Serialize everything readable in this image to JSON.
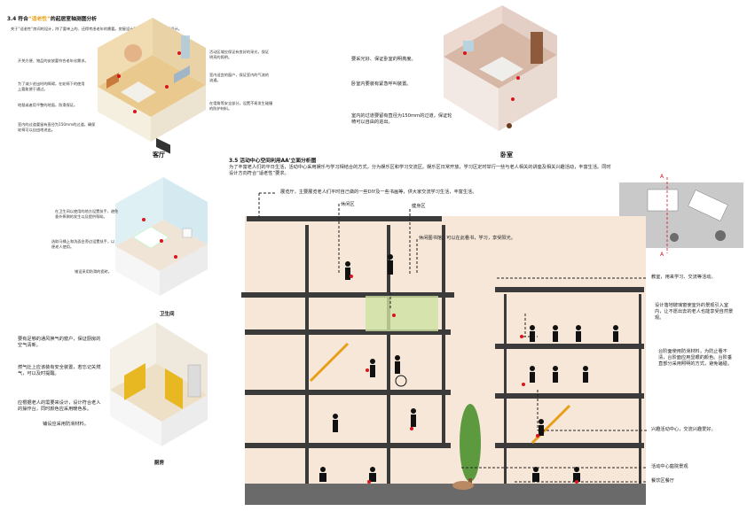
{
  "living": {
    "heading_prefix": "3.4 符合",
    "heading_highlight": "“适老性”",
    "heading_suffix": "的起居室轴测图分析",
    "intro": "关于“适老性”房间的设计，除了要单上的、还得考虑老年的需要。房屋设计要以老年的需求来进行设计。",
    "title": "客厅",
    "notes": [
      "开关方便、物品的安放要符合老年化需求。",
      "为了减少进出时的障碍，在轮椅下的使用上要能便于通过。",
      "地毯或者用平整的地面，防滑保证。",
      "室内的过道要留有直径为150mm的过道，确保轮椅可以自由地进出。",
      "活动区域应保证有良好的采光，保证明亮的照明。",
      "室内适宜的窗户，保证室内的气流的流通。",
      "在墙角等安全部分，设置不易发生碰撞的防护材料。"
    ]
  },
  "bedroom": {
    "title": "卧室",
    "notes": [
      "要采光好、保证卧室的明亮度。",
      "卧室内要装有紧急呼叫装置。",
      "室内的过道要留有直径为150mm的过道，保证轮椅可以自由的进出。"
    ]
  },
  "bathroom": {
    "title": "卫生间",
    "notes": [
      "在卫生间以使用的地方设置扶手，避免意外摔倒的发生以及提供帮助。",
      "选取马桶上和洗面台旁边设置扶手，以便老人使用。",
      "铺设采用防滑的瓷砖。"
    ]
  },
  "kitchen": {
    "title": "厨房",
    "notes": [
      "要有足够的通风换气的窗户，保证厨房的空气清新。",
      "燃气灶上应该装有安全装置，若忘记关燃气，可以及时提醒。",
      "应根据老人的需要来设计，设计符合老人的操作台，同时颜色应采用暖色系。",
      "铺设应采用防滑材料。"
    ]
  },
  "section": {
    "heading_prefix": "3.5 活动中心空间利用AA'立面分析图",
    "intro": "为了丰富老人们的平日生活，活动中心采用娱乐与学习相结合的方式，分为娱乐区和学习交流区。娱乐区日常开放，学习区定时举行一些与老人相关的讲座及相关兴趣活动，丰富生活。同时设计方向符合“适老性”要求。",
    "labels": {
      "exhibition": "展览厅，主要展览老人们平时自己做的一些DIY及一些书画等，供大家交流学习生活，丰富生活。",
      "rest": "休闲区",
      "fitness": "健身区",
      "library": "休闲图书馆，可以在此看书，学习，享受阳光。",
      "classroom": "教室，用来学习、交流等活动。",
      "design": "设计落地玻璃窗使室外的景观引入室内，让不愿出去的老人也能享受自然景观。",
      "steps": "台阶面使用防滑材料，为防止看不清，台阶面应用显眼的颜色。台阶垂直部分采用照明的方式，避免磕碰。",
      "hobby": "兴趣活动中心，交流兴趣爱好。",
      "center": "活动中心庭院景观",
      "dining": "餐饮区餐厅"
    },
    "marker": "A"
  }
}
